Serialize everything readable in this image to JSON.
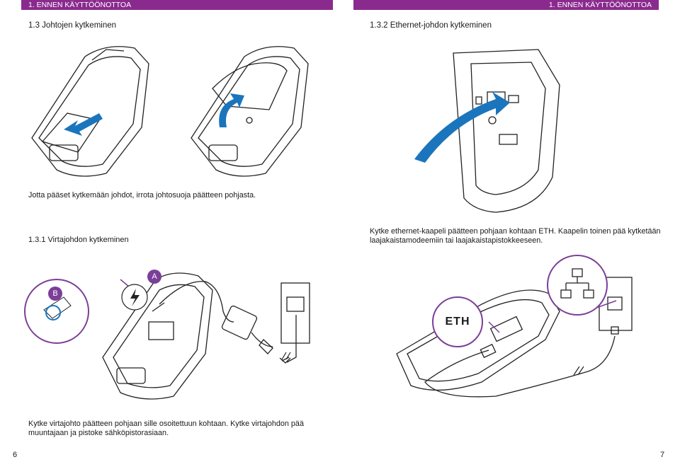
{
  "header": {
    "left": "1. ENNEN KÄYTTÖÖNOTTOA",
    "right": "1. ENNEN KÄYTTÖÖNOTTOA"
  },
  "left": {
    "section_title": "1.3 Johtojen kytkeminen",
    "intro_text": "Jotta pääset kytkemään johdot, irrota johtosuoja päätteen pohjasta.",
    "subsection_title": "1.3.1 Virtajohdon kytkeminen",
    "label_a": "A",
    "label_b": "B",
    "bottom_text_line1": "Kytke virtajohto päätteen pohjaan sille osoitettuun kohtaan. Kytke virtajohdon pää",
    "bottom_text_line2": "muuntajaan ja pistoke sähköpistorasiaan.",
    "page_number": "6"
  },
  "right": {
    "section_title": "1.3.2 Ethernet-johdon kytkeminen",
    "text_line1": "Kytke ethernet-kaapeli päätteen pohjaan kohtaan ETH. Kaapelin toinen pää kytketään",
    "text_line2": "laajakaistamodeemiin tai laajakaistapistokkeeseen.",
    "eth_label": "ETH",
    "page_number": "7"
  },
  "colors": {
    "header_bg": "#8a2a8e",
    "arrow_blue": "#1b75bc",
    "callout_purple": "#7b3f98"
  }
}
